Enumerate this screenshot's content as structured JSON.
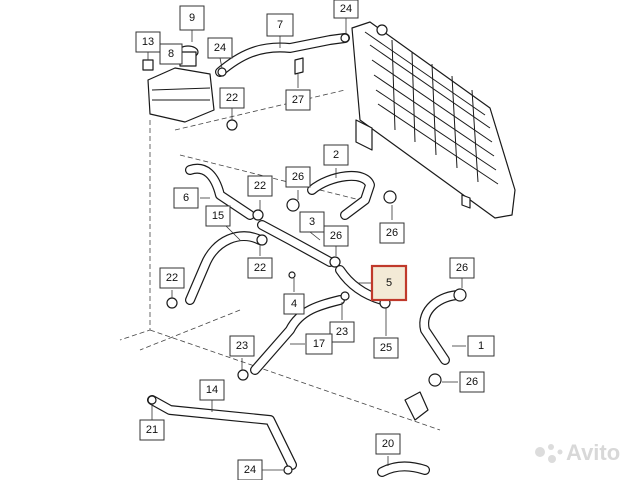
{
  "callouts": [
    {
      "id": "c9",
      "label": "9"
    },
    {
      "id": "c7",
      "label": "7"
    },
    {
      "id": "c24a",
      "label": "24"
    },
    {
      "id": "c13",
      "label": "13"
    },
    {
      "id": "c8",
      "label": "8"
    },
    {
      "id": "c24b",
      "label": "24"
    },
    {
      "id": "c22a",
      "label": "22"
    },
    {
      "id": "c27",
      "label": "27"
    },
    {
      "id": "c2",
      "label": "2"
    },
    {
      "id": "c6",
      "label": "6"
    },
    {
      "id": "c22b",
      "label": "22"
    },
    {
      "id": "c26a",
      "label": "26"
    },
    {
      "id": "c15",
      "label": "15"
    },
    {
      "id": "c3",
      "label": "3"
    },
    {
      "id": "c26b",
      "label": "26"
    },
    {
      "id": "c26c",
      "label": "26"
    },
    {
      "id": "c22c",
      "label": "22"
    },
    {
      "id": "c22d",
      "label": "22"
    },
    {
      "id": "c5",
      "label": "5",
      "highlighted": true
    },
    {
      "id": "c26d",
      "label": "26"
    },
    {
      "id": "c4",
      "label": "4"
    },
    {
      "id": "c23a",
      "label": "23"
    },
    {
      "id": "c17",
      "label": "17"
    },
    {
      "id": "c25",
      "label": "25"
    },
    {
      "id": "c1",
      "label": "1"
    },
    {
      "id": "c23b",
      "label": "23"
    },
    {
      "id": "c26e",
      "label": "26"
    },
    {
      "id": "c14",
      "label": "14"
    },
    {
      "id": "c21",
      "label": "21"
    },
    {
      "id": "c20",
      "label": "20"
    },
    {
      "id": "c24c",
      "label": "24"
    }
  ],
  "watermark": {
    "text": "Avito",
    "icon": "avito-dots-icon"
  },
  "colors": {
    "highlight_border": "#c0392b",
    "highlight_fill": "#f3ead6",
    "line": "#1a1a1a"
  }
}
